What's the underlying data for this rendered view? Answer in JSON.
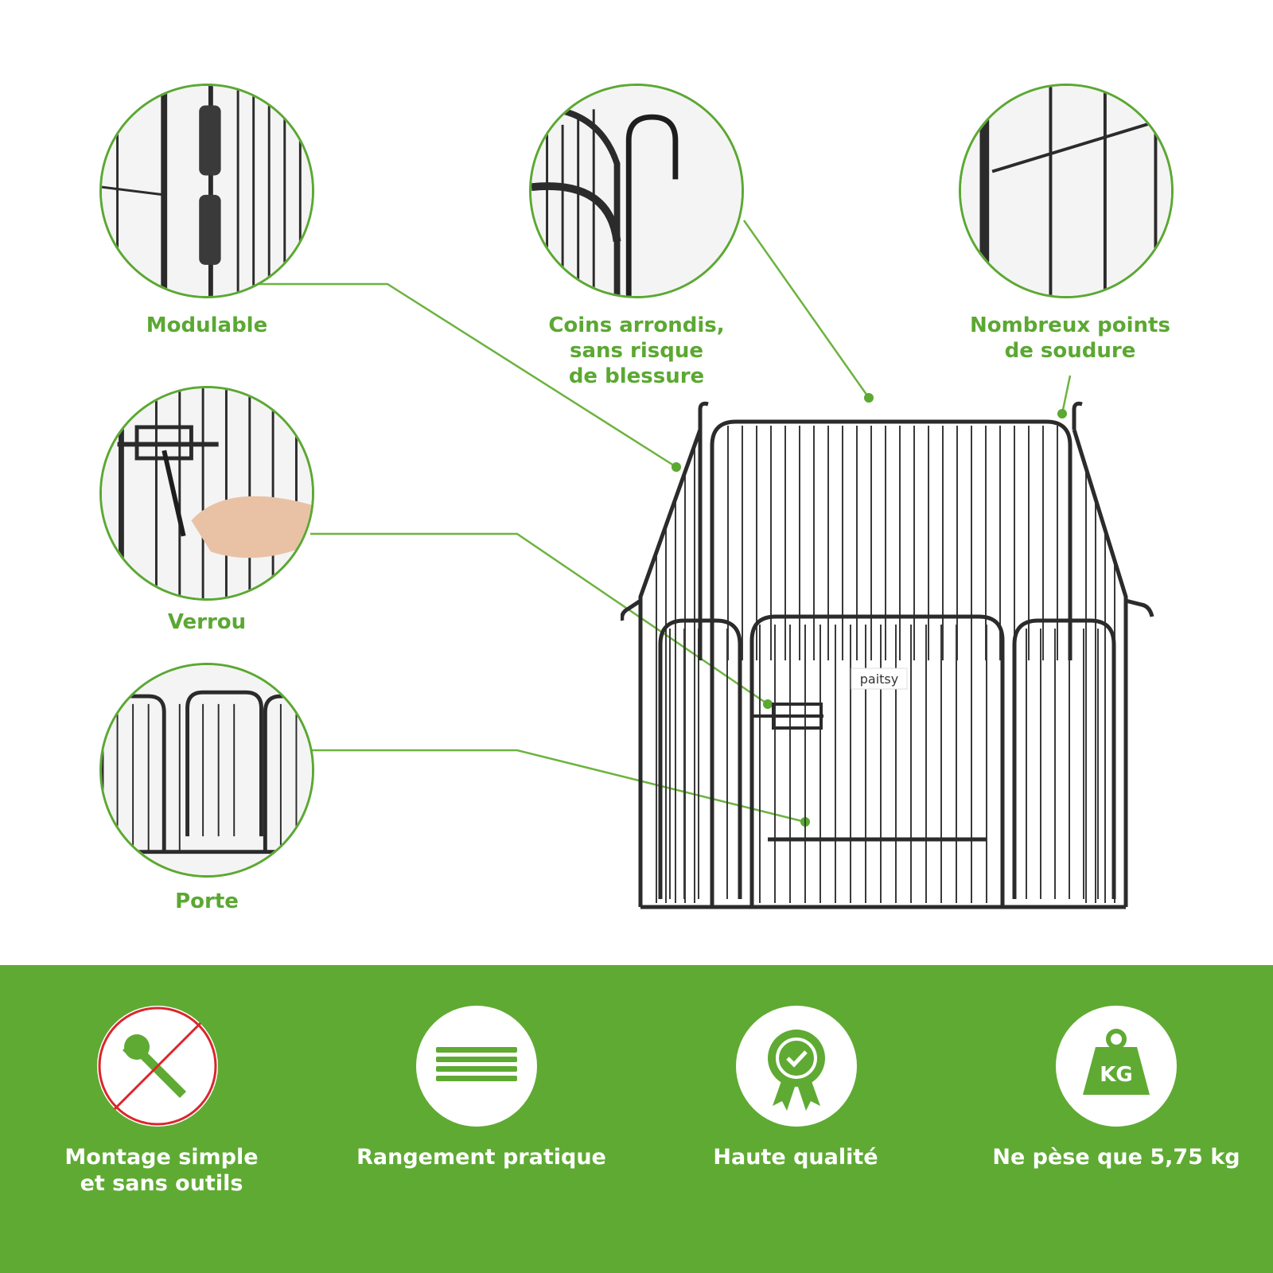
{
  "callouts": {
    "modulable": "Modulable",
    "coins": "Coins arrondis,\nsans risque\nde blessure",
    "soudure": "Nombreux points\nde soudure",
    "verrou": "Verrou",
    "porte": "Porte"
  },
  "product": {
    "brand_tag": "paitsy"
  },
  "features": [
    {
      "label": "Montage simple\net sans outils",
      "icon": "no-tools-wrench-icon"
    },
    {
      "label": "Rangement pratique",
      "icon": "stacked-panels-icon"
    },
    {
      "label": "Haute qualité",
      "icon": "quality-badge-icon"
    },
    {
      "label": "Ne pèse que 5,75 kg",
      "icon": "kg-weight-icon",
      "icon_text": "KG"
    }
  ],
  "colors": {
    "accent": "#5faa33",
    "line": "#6cb33f",
    "metal": "#2b2b2b",
    "prohibition": "#d9262c"
  }
}
